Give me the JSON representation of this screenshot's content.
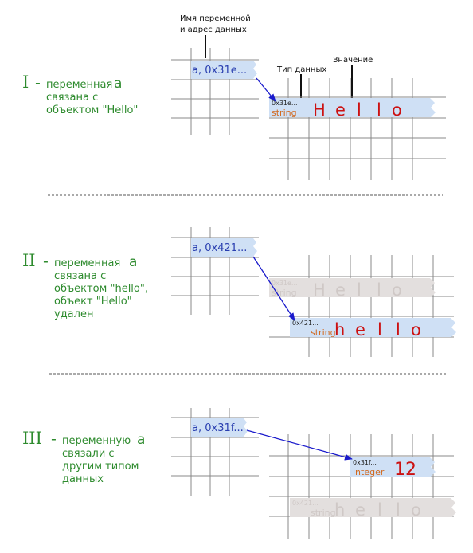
{
  "annotations": {
    "var_name_line1": "Имя переменной",
    "var_name_line2": "и адрес данных",
    "data_type": "Тип данных",
    "value": "Значение"
  },
  "panels": [
    {
      "numeral": "I",
      "dash": "-",
      "caption": [
        "переменная",
        "связана с",
        "объектом \"Hello\""
      ],
      "var_letter": "a",
      "var_label": "a, 0x31e...",
      "cells": [
        {
          "address": "0x31e...",
          "type": "string",
          "letters": [
            "H",
            "e",
            "l",
            "l",
            "o"
          ],
          "ghost": false
        }
      ]
    },
    {
      "numeral": "II",
      "dash": "-",
      "caption": [
        "переменная",
        "связана с",
        "объектом \"hello\",",
        "объект \"Hello\"",
        "удален"
      ],
      "var_letter": "a",
      "var_label": "a, 0x421...",
      "cells": [
        {
          "address": "0x31e...",
          "type": "string",
          "letters": [
            "H",
            "e",
            "l",
            "l",
            "o"
          ],
          "ghost": true
        },
        {
          "address": "0x421...",
          "type": "string",
          "letters": [
            "h",
            "e",
            "l",
            "l",
            "o"
          ],
          "ghost": false
        }
      ]
    },
    {
      "numeral": "III",
      "dash": "-",
      "caption": [
        "переменную",
        "связали с",
        "другим типом",
        "данных"
      ],
      "var_letter": "a",
      "var_label": "a, 0x31f...",
      "cells": [
        {
          "address": "0x31f...",
          "type": "integer",
          "letters": [
            "12"
          ],
          "ghost": false
        },
        {
          "address": "0x421...",
          "type": "string",
          "letters": [
            "h",
            "e",
            "l",
            "l",
            "o"
          ],
          "ghost": true
        }
      ]
    }
  ],
  "colors": {
    "green_text": "#2e8b2e",
    "arrow": "#1a1acc",
    "cell_fill": "#cfe0f5",
    "ghost_fill": "#e3dfde",
    "letter_red": "#cc1111",
    "type_orange": "#d2691e",
    "grid": "#888888"
  }
}
